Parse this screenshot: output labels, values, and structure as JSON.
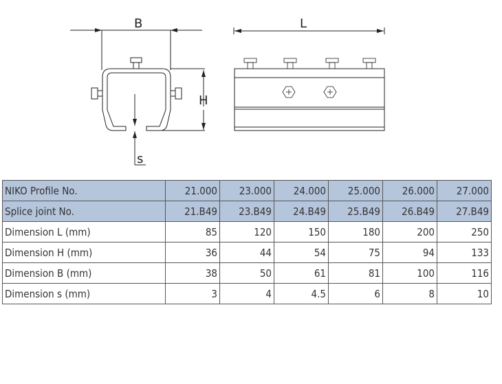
{
  "drawing": {
    "label_b": "B",
    "label_l": "L",
    "label_h": "H",
    "label_s": "s"
  },
  "table": {
    "rows": [
      {
        "label": "NIKO Profile No.",
        "values": [
          "21.000",
          "23.000",
          "24.000",
          "25.000",
          "26.000",
          "27.000"
        ]
      },
      {
        "label": "Splice joint No.",
        "values": [
          "21.B49",
          "23.B49",
          "24.B49",
          "25.B49",
          "26.B49",
          "27.B49"
        ]
      },
      {
        "label": "Dimension L (mm)",
        "values": [
          "85",
          "120",
          "150",
          "180",
          "200",
          "250"
        ]
      },
      {
        "label": "Dimension H (mm)",
        "values": [
          "36",
          "44",
          "54",
          "75",
          "94",
          "133"
        ]
      },
      {
        "label": "Dimension B (mm)",
        "values": [
          "38",
          "50",
          "61",
          "81",
          "100",
          "116"
        ]
      },
      {
        "label": "Dimension s (mm)",
        "values": [
          "3",
          "4",
          "4.5",
          "6",
          "8",
          "10"
        ]
      }
    ]
  },
  "colors": {
    "header_bg": "#b5c5dc",
    "line": "#222222"
  }
}
